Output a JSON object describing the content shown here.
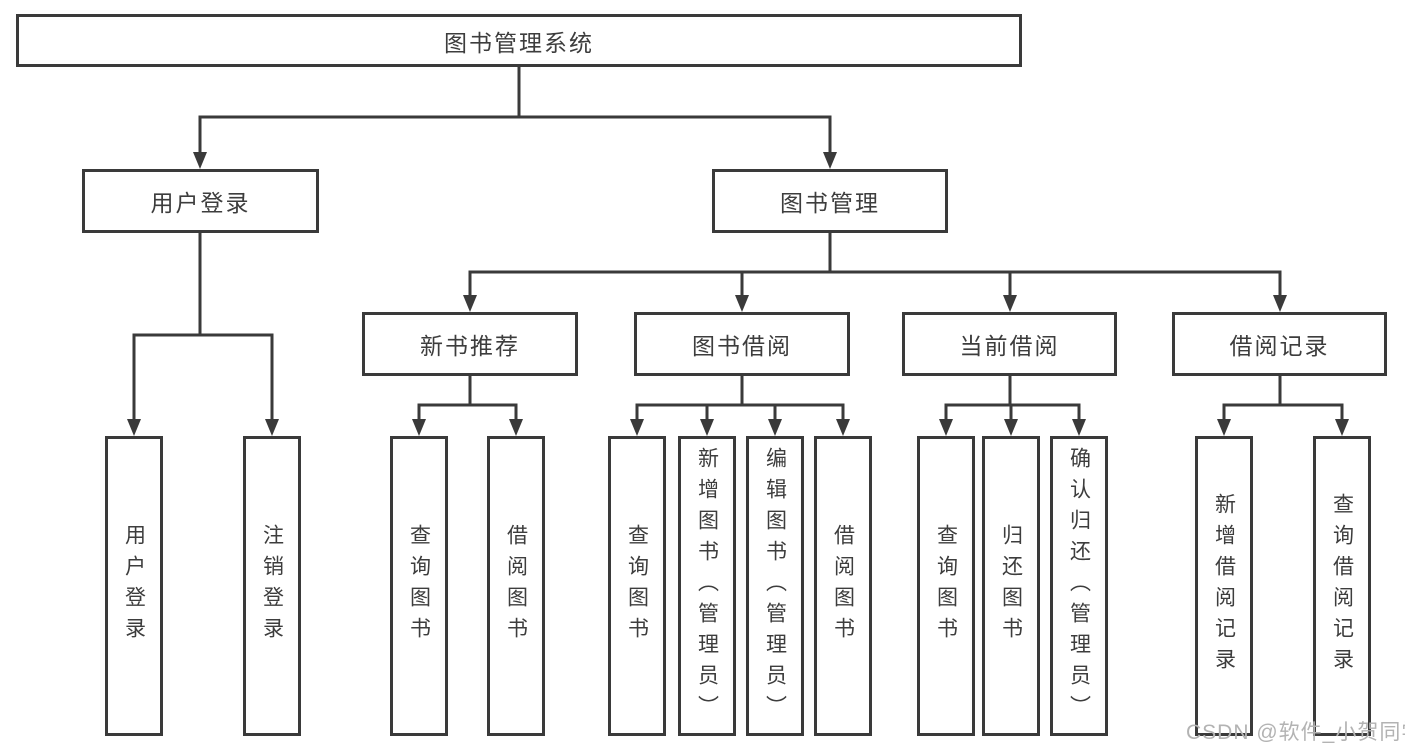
{
  "diagram": {
    "root": {
      "label": "图书管理系统"
    },
    "branches": [
      {
        "label": "用户登录",
        "children": [
          {
            "label": "用户登录"
          },
          {
            "label": "注销登录"
          }
        ]
      },
      {
        "label": "图书管理",
        "children": [
          {
            "label": "新书推荐",
            "children": [
              {
                "label": "查询图书"
              },
              {
                "label": "借阅图书"
              }
            ]
          },
          {
            "label": "图书借阅",
            "children": [
              {
                "label": "查询图书"
              },
              {
                "label": "新增图书（管理员）"
              },
              {
                "label": "编辑图书（管理员）"
              },
              {
                "label": "借阅图书"
              }
            ]
          },
          {
            "label": "当前借阅",
            "children": [
              {
                "label": "查询图书"
              },
              {
                "label": "归还图书"
              },
              {
                "label": "确认归还（管理员）"
              }
            ]
          },
          {
            "label": "借阅记录",
            "children": [
              {
                "label": "新增借阅记录"
              },
              {
                "label": "查询借阅记录"
              }
            ]
          }
        ]
      }
    ]
  },
  "watermark": {
    "text": "CSDN @软件_小贺同学"
  },
  "colors": {
    "line": "#3a3a3a",
    "text": "#3d3d3d",
    "background": "#ffffff",
    "watermark": "#b3b3b3"
  }
}
